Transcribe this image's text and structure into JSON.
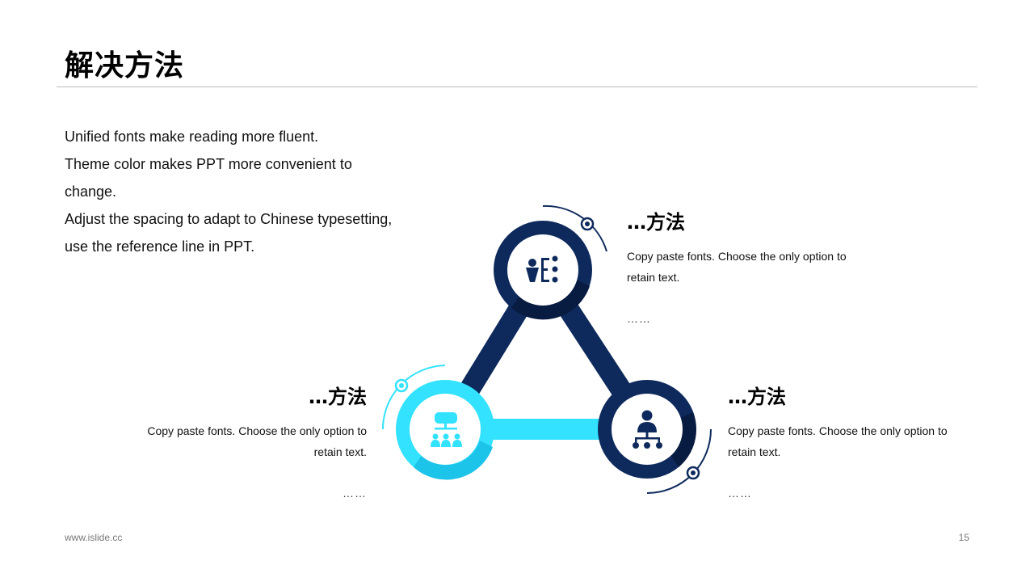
{
  "header": {
    "title": "解决方法"
  },
  "intro": {
    "lines": [
      "Unified fonts make reading more fluent.",
      "Theme color makes PPT more convenient to",
      "change.",
      "Adjust the spacing to adapt to Chinese typesetting,",
      "use the reference  line in PPT."
    ]
  },
  "items": [
    {
      "heading": "…方法",
      "desc_line1": "Copy paste fonts. Choose the only option to",
      "desc_line2": "retain text.",
      "dots": "……",
      "icon": "team-ideas-icon"
    },
    {
      "heading": "…方法",
      "desc_line1": "Copy paste fonts. Choose the only option to",
      "desc_line2": "retain text.",
      "dots": "……",
      "icon": "http-network-icon"
    },
    {
      "heading": "…方法",
      "desc_line1": "Copy paste fonts. Choose the only option to",
      "desc_line2": "retain text.",
      "dots": "……",
      "icon": "org-chart-icon"
    }
  ],
  "colors": {
    "navy": "#0e2a5c",
    "navy_dark": "#0a1f47",
    "cyan": "#2ee0ff",
    "cyan_dark": "#1cc4ea"
  },
  "footer": {
    "site": "www.islide.cc",
    "page": "15"
  }
}
